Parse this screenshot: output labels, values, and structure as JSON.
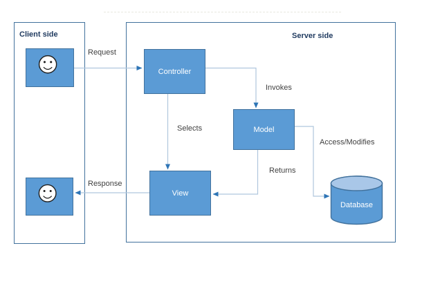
{
  "groups": {
    "client": {
      "title": "Client side"
    },
    "server": {
      "title": "Server side"
    }
  },
  "nodes": {
    "controller": {
      "label": "Controller"
    },
    "model": {
      "label": "Model"
    },
    "view": {
      "label": "View"
    },
    "database": {
      "label": "Database"
    },
    "client_user_top": {
      "icon": "smiley-face-icon"
    },
    "client_user_bottom": {
      "icon": "smiley-face-icon"
    }
  },
  "edges": {
    "request": {
      "label": "Request",
      "from": "client-user-top",
      "to": "controller"
    },
    "invokes": {
      "label": "Invokes",
      "from": "controller",
      "to": "model"
    },
    "selects": {
      "label": "Selects",
      "from": "controller",
      "to": "view"
    },
    "returns": {
      "label": "Returns",
      "from": "model",
      "to": "view"
    },
    "access_modifies": {
      "label": "Access/Modifies",
      "from": "model",
      "to": "database"
    },
    "response": {
      "label": "Response",
      "from": "view",
      "to": "client-user-bottom"
    }
  },
  "colors": {
    "node_fill": "#5B9BD5",
    "node_border": "#41719C",
    "group_border": "#41719C",
    "connector_line": "#AFC6DD",
    "arrowhead": "#2E75B6",
    "group_title_text": "#1F3A5F",
    "edge_label_text": "#3F3F3F",
    "node_text": "#FFFFFF",
    "cylinder_top_fill": "#A9C7E8",
    "face_fill": "#FFFFFF",
    "face_stroke": "#202020"
  }
}
